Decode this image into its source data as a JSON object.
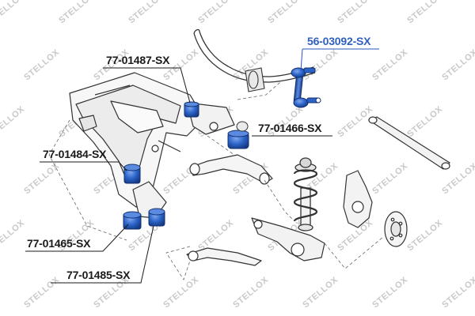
{
  "watermark": {
    "text": "STELLOX",
    "color": "#c9c9c9"
  },
  "colors": {
    "accent_part": "#2557b8",
    "bushing_fill": "#2b63c8",
    "outline": "#333333",
    "label_default": "#1a1a1a",
    "label_highlight": "#2f5fc0"
  },
  "labels": {
    "stab_link": "56-03092-SX",
    "bush_top": "77-01487-SX",
    "bush_mid_right": "77-01466-SX",
    "bush_left": "77-01484-SX",
    "bush_lower_a": "77-01465-SX",
    "bush_lower_b": "77-01485-SX"
  }
}
